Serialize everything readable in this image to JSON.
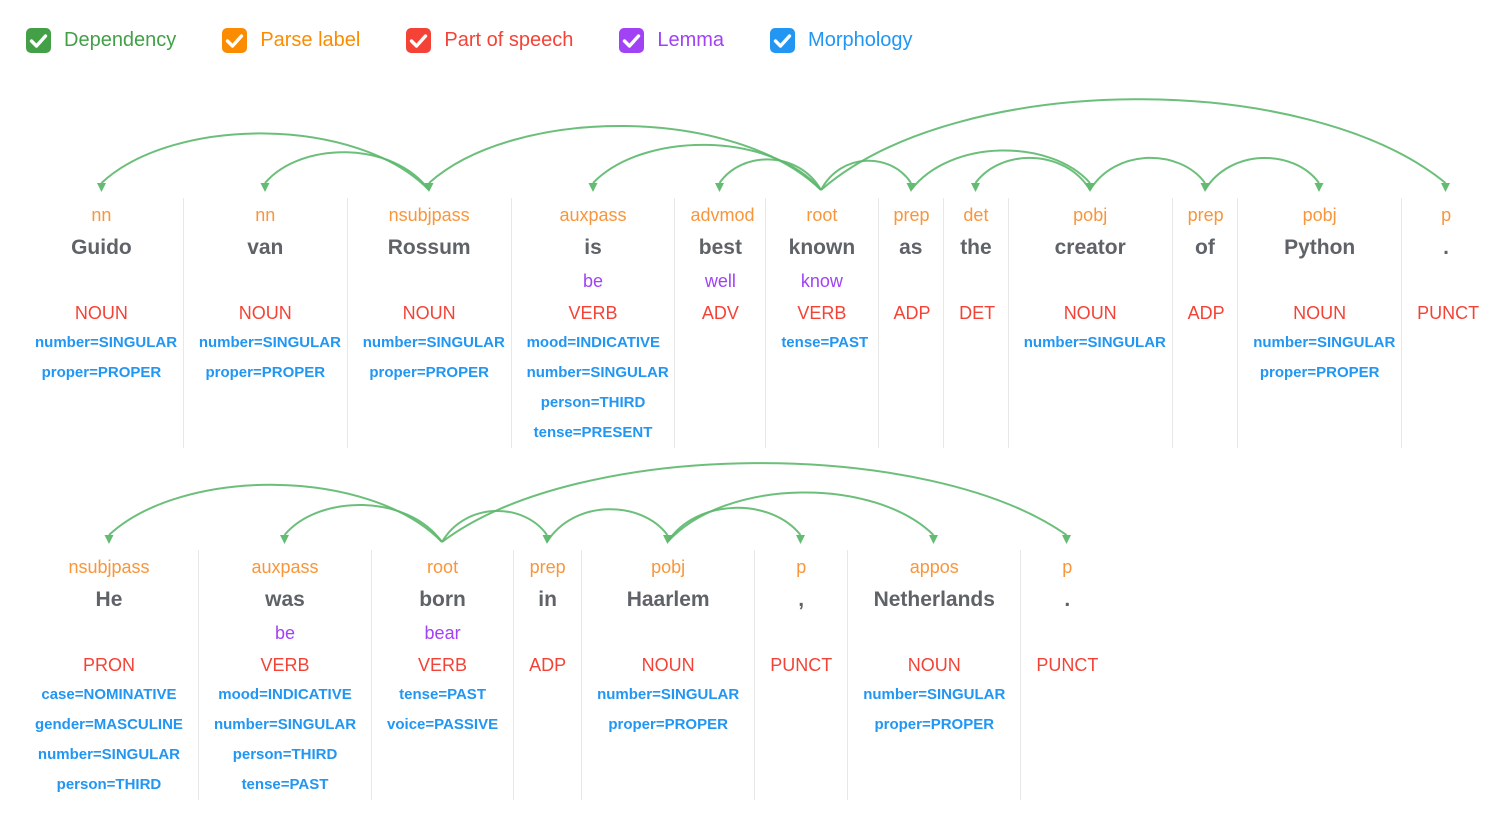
{
  "toggles": [
    {
      "label": "Dependency",
      "color": "#43A047"
    },
    {
      "label": "Parse label",
      "color": "#FB8C00"
    },
    {
      "label": "Part of speech",
      "color": "#F44336"
    },
    {
      "label": "Lemma",
      "color": "#A142F4"
    },
    {
      "label": "Morphology",
      "color": "#2196F3"
    }
  ],
  "colors": {
    "parse_label": "#F9963B",
    "word": "#5F6368",
    "lemma": "#A142F4",
    "pos": "#F44336",
    "morphology": "#2196F3",
    "arc": "#5CB86B",
    "separator": "#E8E8E8"
  },
  "sentences": [
    {
      "name": "sentence-1",
      "tokens": [
        {
          "label": "nn",
          "word": "Guido",
          "lemma": "",
          "pos": "NOUN",
          "morph": [
            "number=SINGULAR",
            "proper=PROPER"
          ]
        },
        {
          "label": "nn",
          "word": "van",
          "lemma": "",
          "pos": "NOUN",
          "morph": [
            "number=SINGULAR",
            "proper=PROPER"
          ]
        },
        {
          "label": "nsubjpass",
          "word": "Rossum",
          "lemma": "",
          "pos": "NOUN",
          "morph": [
            "number=SINGULAR",
            "proper=PROPER"
          ]
        },
        {
          "label": "auxpass",
          "word": "is",
          "lemma": "be",
          "pos": "VERB",
          "morph": [
            "mood=INDICATIVE",
            "number=SINGULAR",
            "person=THIRD",
            "tense=PRESENT"
          ]
        },
        {
          "label": "advmod",
          "word": "best",
          "lemma": "well",
          "pos": "ADV",
          "morph": []
        },
        {
          "label": "root",
          "word": "known",
          "lemma": "know",
          "pos": "VERB",
          "morph": [
            "tense=PAST"
          ]
        },
        {
          "label": "prep",
          "word": "as",
          "lemma": "",
          "pos": "ADP",
          "morph": []
        },
        {
          "label": "det",
          "word": "the",
          "lemma": "",
          "pos": "DET",
          "morph": []
        },
        {
          "label": "pobj",
          "word": "creator",
          "lemma": "",
          "pos": "NOUN",
          "morph": [
            "number=SINGULAR"
          ]
        },
        {
          "label": "prep",
          "word": "of",
          "lemma": "",
          "pos": "ADP",
          "morph": []
        },
        {
          "label": "pobj",
          "word": "Python",
          "lemma": "",
          "pos": "NOUN",
          "morph": [
            "number=SINGULAR",
            "proper=PROPER"
          ]
        },
        {
          "label": "p",
          "word": ".",
          "lemma": "",
          "pos": "PUNCT",
          "morph": []
        }
      ],
      "arcs": [
        {
          "head": 2,
          "dep": 0
        },
        {
          "head": 2,
          "dep": 1
        },
        {
          "head": 5,
          "dep": 2
        },
        {
          "head": 5,
          "dep": 3
        },
        {
          "head": 5,
          "dep": 4
        },
        {
          "head": 5,
          "dep": 6
        },
        {
          "head": 6,
          "dep": 8
        },
        {
          "head": 8,
          "dep": 7
        },
        {
          "head": 8,
          "dep": 9
        },
        {
          "head": 9,
          "dep": 10
        },
        {
          "head": 5,
          "dep": 11
        }
      ]
    },
    {
      "name": "sentence-2",
      "tokens": [
        {
          "label": "nsubjpass",
          "word": "He",
          "lemma": "",
          "pos": "PRON",
          "morph": [
            "case=NOMINATIVE",
            "gender=MASCULINE",
            "number=SINGULAR",
            "person=THIRD"
          ]
        },
        {
          "label": "auxpass",
          "word": "was",
          "lemma": "be",
          "pos": "VERB",
          "morph": [
            "mood=INDICATIVE",
            "number=SINGULAR",
            "person=THIRD",
            "tense=PAST"
          ]
        },
        {
          "label": "root",
          "word": "born",
          "lemma": "bear",
          "pos": "VERB",
          "morph": [
            "tense=PAST",
            "voice=PASSIVE"
          ]
        },
        {
          "label": "prep",
          "word": "in",
          "lemma": "",
          "pos": "ADP",
          "morph": []
        },
        {
          "label": "pobj",
          "word": "Haarlem",
          "lemma": "",
          "pos": "NOUN",
          "morph": [
            "number=SINGULAR",
            "proper=PROPER"
          ]
        },
        {
          "label": "p",
          "word": ",",
          "lemma": "",
          "pos": "PUNCT",
          "morph": []
        },
        {
          "label": "appos",
          "word": "Netherlands",
          "lemma": "",
          "pos": "NOUN",
          "morph": [
            "number=SINGULAR",
            "proper=PROPER"
          ]
        },
        {
          "label": "p",
          "word": ".",
          "lemma": "",
          "pos": "PUNCT",
          "morph": []
        }
      ],
      "arcs": [
        {
          "head": 2,
          "dep": 0
        },
        {
          "head": 2,
          "dep": 1
        },
        {
          "head": 2,
          "dep": 3
        },
        {
          "head": 3,
          "dep": 4
        },
        {
          "head": 4,
          "dep": 5
        },
        {
          "head": 4,
          "dep": 6
        },
        {
          "head": 2,
          "dep": 7
        }
      ]
    }
  ]
}
